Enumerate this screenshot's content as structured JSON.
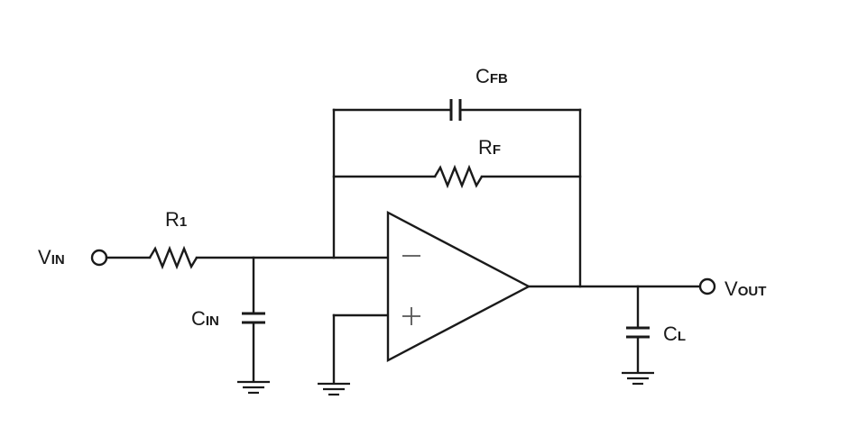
{
  "labels": {
    "cfb": {
      "main": "C",
      "sub": "FB"
    },
    "rf": {
      "main": "R",
      "sub": "F"
    },
    "r1": {
      "main": "R",
      "sub": "1"
    },
    "vin": {
      "main": "V",
      "sub": "IN"
    },
    "cin": {
      "main": "C",
      "sub": "IN"
    },
    "vout": {
      "main": "V",
      "sub": "OUT"
    },
    "cl": {
      "main": "C",
      "sub": "L"
    }
  },
  "opamp": {
    "inverting_sign": "−",
    "noninverting_sign": "+"
  },
  "colors": {
    "line": "#1a1a1a",
    "background": "#ffffff"
  }
}
